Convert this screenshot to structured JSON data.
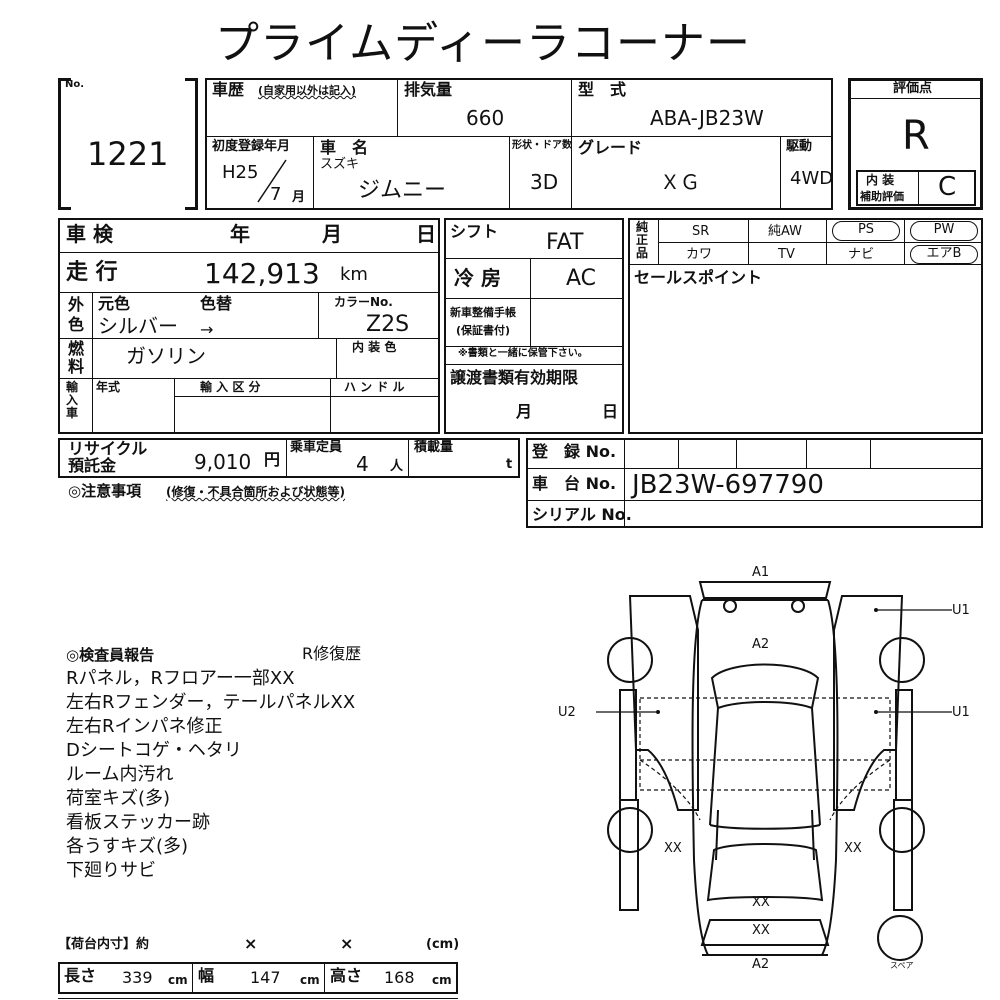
{
  "title": "プライムディーラコーナー",
  "lot": {
    "label": "No.",
    "value": "1221"
  },
  "history": {
    "label": "車歴",
    "note": "(自家用以外は記入)"
  },
  "displacement": {
    "label": "排気量",
    "value": "660"
  },
  "model": {
    "label": "型　式",
    "value": "ABA-JB23W"
  },
  "score": {
    "label": "評価点",
    "value": "R",
    "sub_label_1": "内 装",
    "sub_label_2": "補助評価",
    "sub_value": "C"
  },
  "first_reg": {
    "label": "初度登録年月",
    "era": "H25",
    "month": "7",
    "month_unit": "月"
  },
  "car_name": {
    "label": "車　名",
    "maker": "スズキ",
    "value": "ジムニー"
  },
  "doors": {
    "label": "形状・ドア数",
    "value": "3D"
  },
  "grade": {
    "label": "グレード",
    "value": "ＸＧ"
  },
  "drive": {
    "label": "駆動",
    "value": "4WD"
  },
  "inspection": {
    "label": "車 検",
    "year": "年",
    "month": "月",
    "day": "日"
  },
  "shift": {
    "label": "シフト",
    "value": "FAT"
  },
  "equipment": {
    "label": "純正品",
    "items": [
      "SR",
      "純AW",
      "PS",
      "PW",
      "カワ",
      "TV",
      "ナビ",
      "エアB"
    ]
  },
  "mileage": {
    "label": "走 行",
    "value": "142,913",
    "unit": "km"
  },
  "ac": {
    "label": "冷 房",
    "value": "AC"
  },
  "sales_point": {
    "label": "セールスポイント"
  },
  "color": {
    "label_1": "外",
    "label_2": "色",
    "orig_label": "元色",
    "change_label": "色替",
    "orig_value": "シルバー",
    "arrow": "→",
    "code_label": "カラーNo.",
    "code_value": "Z2S"
  },
  "service_book": {
    "label_1": "新車整備手帳",
    "label_2": "(保証書付)",
    "note": "※書類と一緒に保管下さい。"
  },
  "fuel": {
    "label_1": "燃",
    "label_2": "料",
    "value": "ガソリン",
    "interior_label": "内 装 色"
  },
  "import_car": {
    "label": "輸入車",
    "year_label": "年式",
    "type_label": "輸 入 区 分",
    "handle_label": "ハ ン ド ル"
  },
  "transfer_docs": {
    "label": "譲渡書類有効期限",
    "month": "月",
    "day": "日"
  },
  "recycle": {
    "label_1": "リサイクル",
    "label_2": "預託金",
    "value": "9,010",
    "unit": "円"
  },
  "capacity": {
    "label": "乗車定員",
    "value": "4",
    "unit": "人"
  },
  "load": {
    "label": "積載量",
    "unit": "t"
  },
  "registration": {
    "label": "登　録 No."
  },
  "chassis": {
    "label": "車　台 No.",
    "value": "JB23W-697790"
  },
  "serial": {
    "label": "シリアル No."
  },
  "caution": {
    "label": "◎注意事項",
    "note": "(修復・不具合箇所および状態等)"
  },
  "report": {
    "title": "◎検査員報告",
    "flag": "R修復歴",
    "lines": [
      "Rパネル，Rフロアー一部XX",
      "左右Rフェンダー，テールパネルXX",
      "左右Rインパネ修正",
      "Dシートコゲ・ヘタリ",
      "ルーム内汚れ",
      "荷室キズ(多)",
      "看板ステッカー跡",
      "各うすキズ(多)",
      "下廻りサビ"
    ]
  },
  "cargo": {
    "title": "【荷台内寸】約",
    "x1": "×",
    "x2": "×",
    "unit_paren": "(cm)",
    "length_label": "長さ",
    "length": "339",
    "width_label": "幅",
    "width": "147",
    "height_label": "高さ",
    "height": "168",
    "unit": "cm"
  },
  "diagram": {
    "labels": {
      "a1": "A1",
      "a2_top": "A2",
      "a2_bottom": "A2",
      "u1_top": "U1",
      "u1_mid": "U1",
      "u2": "U2",
      "xx_left": "XX",
      "xx_right": "XX",
      "xx_rear1": "XX",
      "xx_rear2": "XX",
      "spare": "スペア"
    }
  }
}
